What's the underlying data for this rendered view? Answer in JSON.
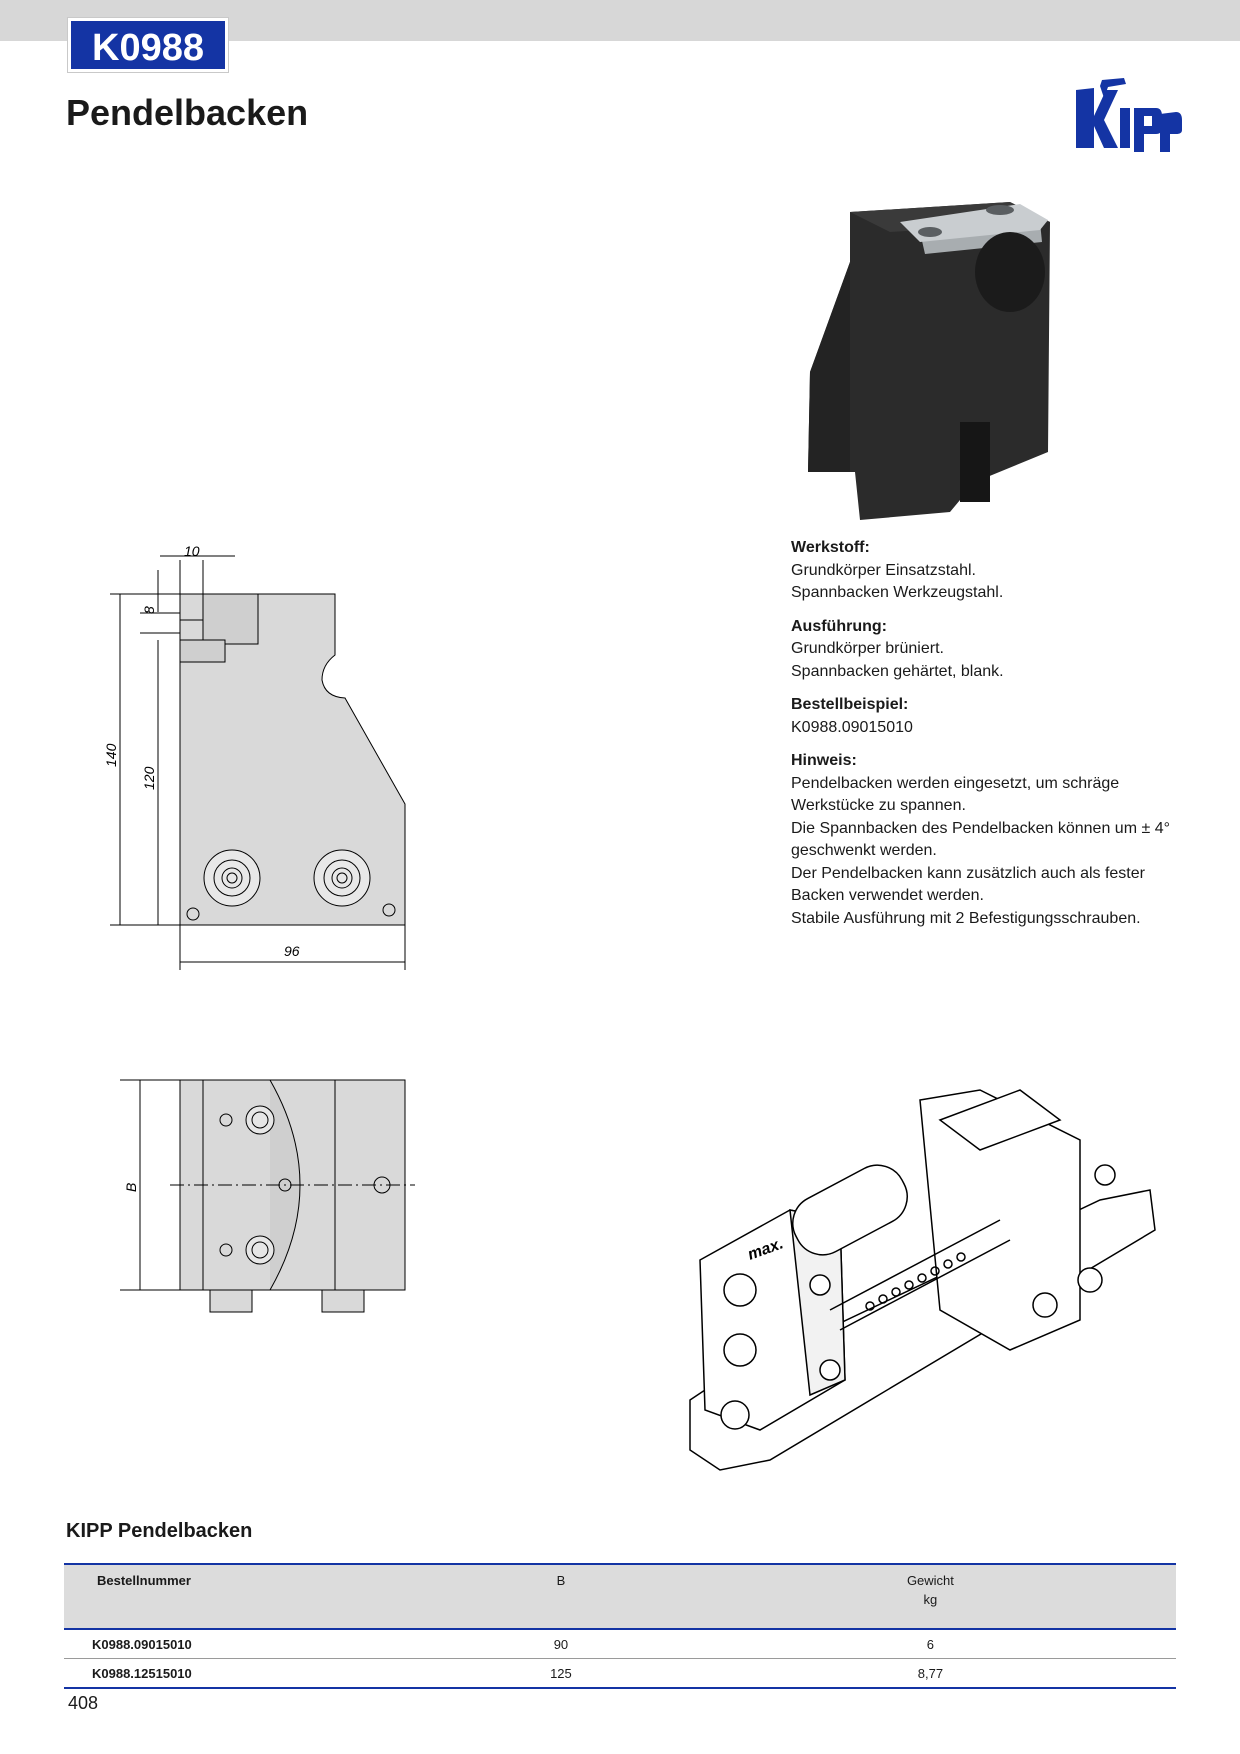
{
  "header": {
    "product_code": "K0988",
    "title": "Pendelbacken",
    "logo_text": "KIPP",
    "colors": {
      "brand_blue": "#1434a4",
      "top_bar": "#d7d7d7"
    }
  },
  "drawing": {
    "dim_top": "10",
    "dim_step": "8",
    "dim_total_height": "140",
    "dim_height": "120",
    "dim_width": "96",
    "dim_b": "B"
  },
  "specs": {
    "werkstoff": {
      "heading": "Werkstoff:",
      "lines": [
        "Grundkörper Einsatzstahl.",
        "Spannbacken Werkzeugstahl."
      ]
    },
    "ausfuehrung": {
      "heading": "Ausführung:",
      "lines": [
        "Grundkörper brüniert.",
        "Spannbacken gehärtet, blank."
      ]
    },
    "bestellbeispiel": {
      "heading": "Bestellbeispiel:",
      "lines": [
        "K0988.09015010"
      ]
    },
    "hinweis": {
      "heading": "Hinweis:",
      "lines": [
        "Pendelbacken werden eingesetzt, um schräge",
        "Werkstücke zu spannen.",
        "Die Spannbacken des Pendelbacken können um ± 4°",
        "geschwenkt werden.",
        "Der Pendelbacken kann zusätzlich auch als fester",
        "Backen verwendet werden.",
        "Stabile Ausführung mit 2 Befestigungsschrauben."
      ]
    }
  },
  "illustration": {
    "brand_label": "max."
  },
  "table": {
    "title": "KIPP Pendelbacken",
    "headers": {
      "order_number": "Bestellnummer",
      "b": "B",
      "weight": "Gewicht",
      "weight_unit": "kg"
    },
    "rows": [
      {
        "order_number": "K0988.09015010",
        "b": "90",
        "weight": "6"
      },
      {
        "order_number": "K0988.12515010",
        "b": "125",
        "weight": "8,77"
      }
    ]
  },
  "footer": {
    "page_number": "408"
  }
}
